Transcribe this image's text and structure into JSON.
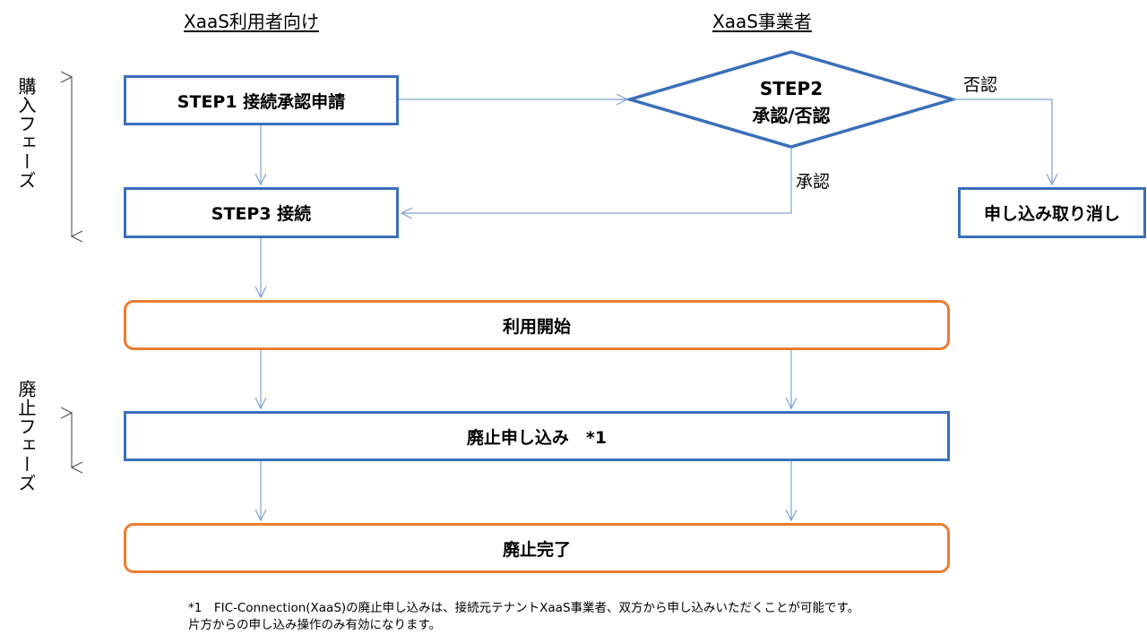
{
  "headers": {
    "user": "XaaS利用者向け",
    "provider": "XaaS事業者"
  },
  "phases": {
    "purchase": "購入フェーズ",
    "abolition": "廃止フェーズ"
  },
  "steps": {
    "step1": "STEP1 接続承認申請",
    "step2_line1": "STEP2",
    "step2_line2": "承認/否認",
    "step3": "STEP3 接続",
    "cancel": "申し込み取り消し",
    "start": "利用開始",
    "abolish_request": "廃止申し込み　*1",
    "abolish_complete": "廃止完了"
  },
  "edge_labels": {
    "reject": "否認",
    "approve": "承認"
  },
  "footnote": {
    "line1": "*1　FIC-Connection(XaaS)の廃止申し込みは、接続元テナントXaaS事業者、双方から申し込みいただくことが可能です。",
    "line2": "片方からの申し込み操作のみ有効になります。"
  },
  "colors": {
    "blue_border": "#3a6fba",
    "orange_border": "#ec7c30",
    "connector": "#7f9fd4",
    "phase_arrow": "#404040"
  }
}
